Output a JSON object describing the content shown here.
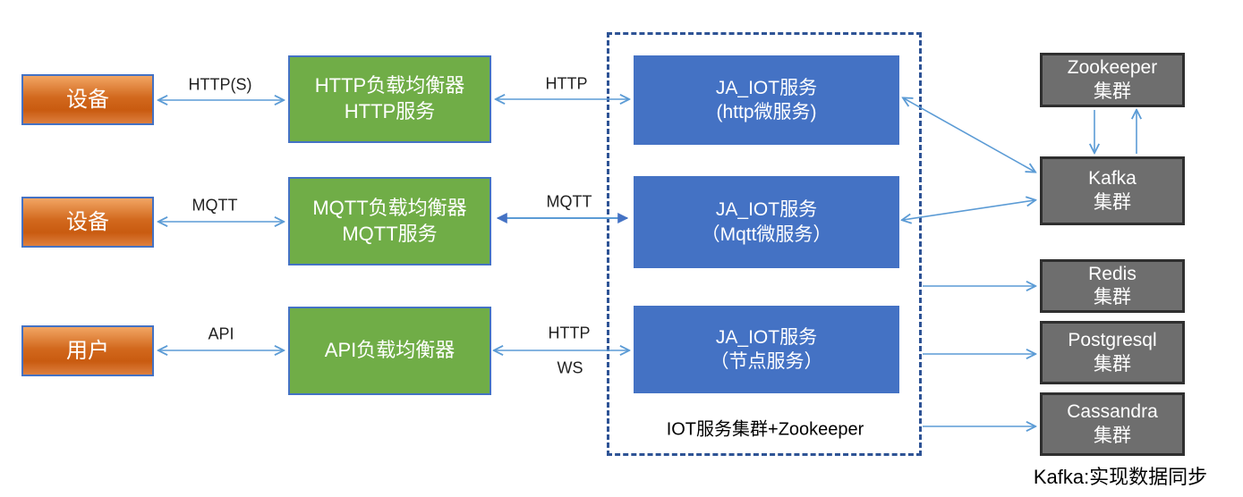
{
  "diagram": {
    "nodes": {
      "device1": {
        "label": "设备"
      },
      "device2": {
        "label": "设备"
      },
      "user": {
        "label": "用户"
      },
      "lbHttp": {
        "line1": "HTTP负载均衡器",
        "line2": "HTTP服务"
      },
      "lbMqtt": {
        "line1": "MQTT负载均衡器",
        "line2": "MQTT服务"
      },
      "lbApi": {
        "line1": "API负载均衡器",
        "line2": ""
      },
      "svcHttp": {
        "line1": "JA_IOT服务",
        "line2": "(http微服务)"
      },
      "svcMqtt": {
        "line1": "JA_IOT服务",
        "line2": "（Mqtt微服务）"
      },
      "svcNode": {
        "line1": "JA_IOT服务",
        "line2": "（节点服务）"
      },
      "zookeeper": {
        "line1": "Zookeeper",
        "line2": "集群"
      },
      "kafka": {
        "line1": "Kafka",
        "line2": "集群"
      },
      "redis": {
        "line1": "Redis",
        "line2": "集群"
      },
      "postgresql": {
        "line1": "Postgresql",
        "line2": "集群"
      },
      "cassandra": {
        "line1": "Cassandra",
        "line2": "集群"
      }
    },
    "edge_labels": {
      "https": "HTTP(S)",
      "http_row1": "HTTP",
      "mqtt_row2_left": "MQTT",
      "mqtt_row2_mid": "MQTT",
      "api": "API",
      "http_row3": "HTTP",
      "ws_row3": "WS"
    },
    "captions": {
      "cluster": "IOT服务集群+Zookeeper",
      "kafka_note": "Kafka:实现数据同步"
    },
    "colors": {
      "arrow": "#5B9BD5",
      "arrow_solid_head": "#4472C4",
      "green_box": "#70AD47",
      "blue_box": "#4472C4",
      "orange_top": "#F2A563",
      "orange_bottom": "#C95B10",
      "gray_box": "#6E6E6E",
      "gray_border": "#2F2F2F",
      "dashed_border": "#2E5395",
      "box_border_blue": "#4472C4"
    }
  }
}
